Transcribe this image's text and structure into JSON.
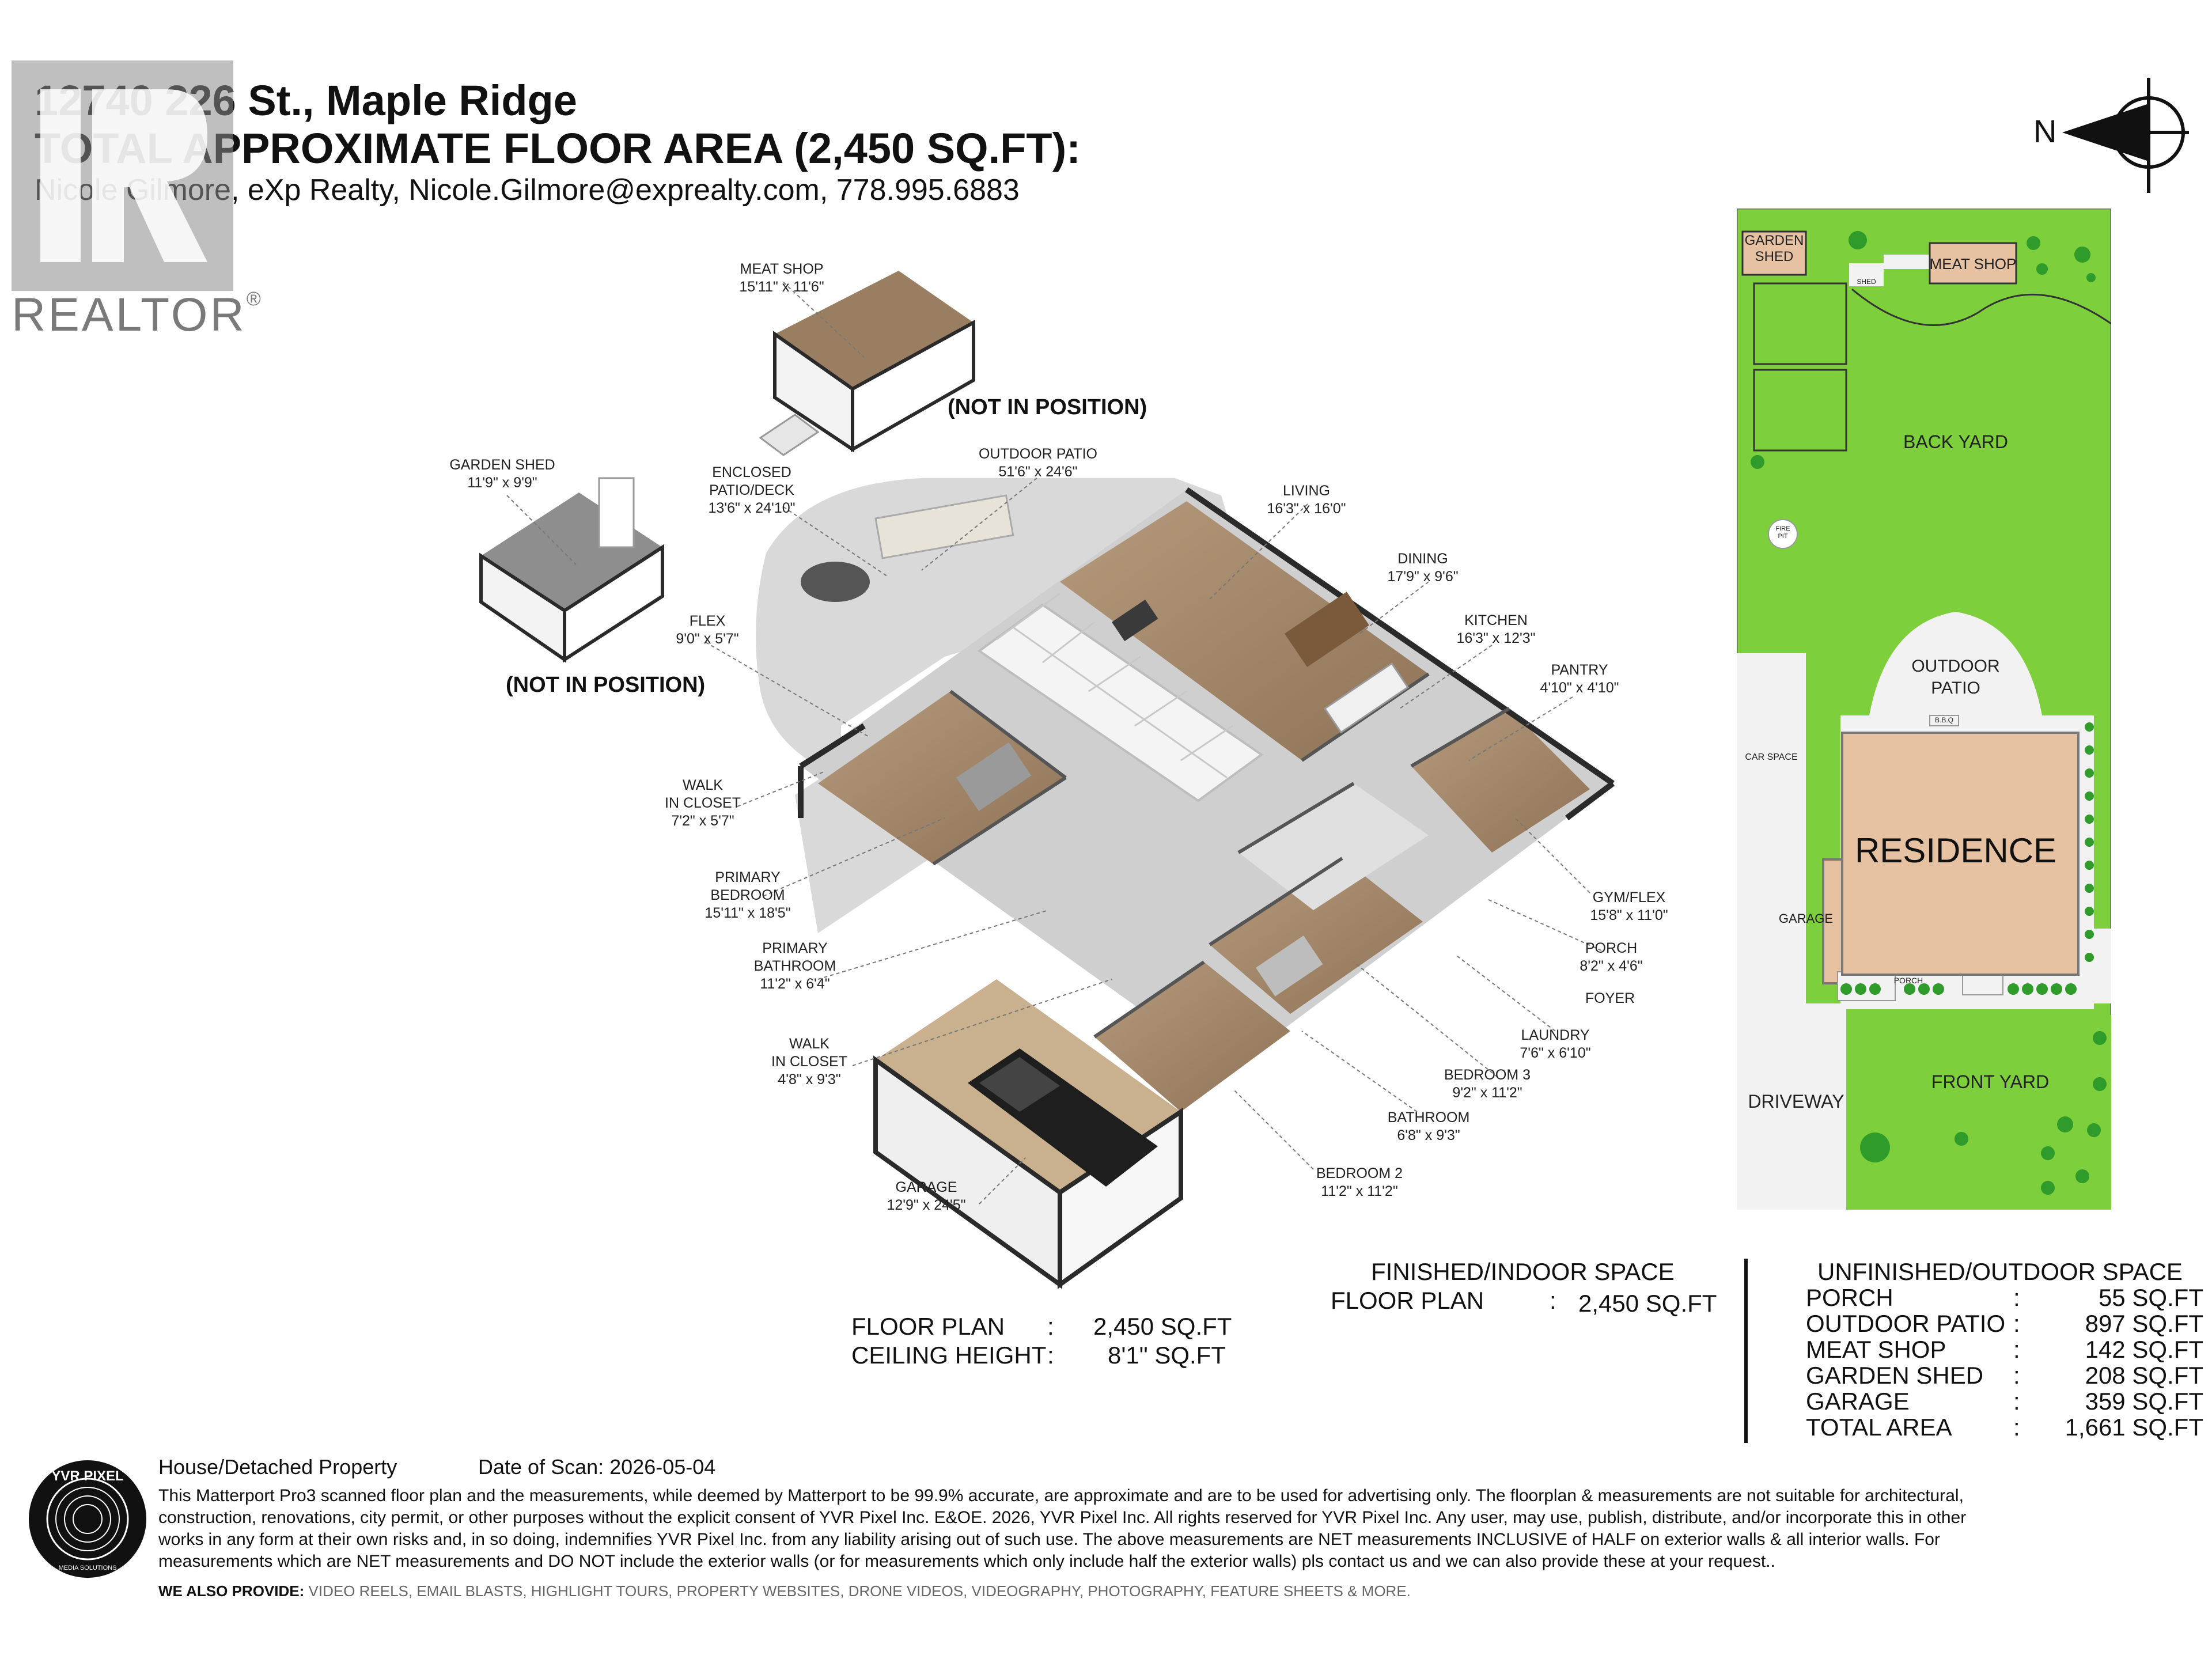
{
  "header": {
    "address": "12740 226 St., Maple Ridge",
    "area_title": "TOTAL APPROXIMATE FLOOR AREA (2,450 SQ.FT):",
    "agent": "Nicole Gilmore, eXp Realty, Nicole.Gilmore@exprealty.com, 778.995.6883"
  },
  "realtor_logo": {
    "text": "REALTOR",
    "mark": "®"
  },
  "compass": {
    "label": "N"
  },
  "rooms": [
    {
      "id": "meat-shop",
      "name": "MEAT SHOP",
      "dims": "15'11\" x 11'6\""
    },
    {
      "id": "garden-shed",
      "name": "GARDEN SHED",
      "dims": "11'9\" x 9'9\""
    },
    {
      "id": "enclosed-patio",
      "name": "ENCLOSED\nPATIO/DECK",
      "dims": "13'6\" x 24'10\""
    },
    {
      "id": "outdoor-patio",
      "name": "OUTDOOR PATIO",
      "dims": "51'6\" x 24'6\""
    },
    {
      "id": "living",
      "name": "LIVING",
      "dims": "16'3\" x 16'0\""
    },
    {
      "id": "dining",
      "name": "DINING",
      "dims": "17'9\" x 9'6\""
    },
    {
      "id": "kitchen",
      "name": "KITCHEN",
      "dims": "16'3\" x 12'3\""
    },
    {
      "id": "pantry",
      "name": "PANTRY",
      "dims": "4'10\" x 4'10\""
    },
    {
      "id": "flex",
      "name": "FLEX",
      "dims": "9'0\" x 5'7\""
    },
    {
      "id": "walk-in-closet-1",
      "name": "WALK\nIN CLOSET",
      "dims": "7'2\" x 5'7\""
    },
    {
      "id": "primary-bedroom",
      "name": "PRIMARY\nBEDROOM",
      "dims": "15'11\" x 18'5\""
    },
    {
      "id": "primary-bathroom",
      "name": "PRIMARY\nBATHROOM",
      "dims": "11'2\" x 6'4\""
    },
    {
      "id": "walk-in-closet-2",
      "name": "WALK\nIN CLOSET",
      "dims": "4'8\" x 9'3\""
    },
    {
      "id": "garage",
      "name": "GARAGE",
      "dims": "12'9\" x 24'5\""
    },
    {
      "id": "gym-flex",
      "name": "GYM/FLEX",
      "dims": "15'8\" x 11'0\""
    },
    {
      "id": "porch",
      "name": "PORCH",
      "dims": "8'2\" x 4'6\""
    },
    {
      "id": "foyer",
      "name": "FOYER",
      "dims": ""
    },
    {
      "id": "laundry",
      "name": "LAUNDRY",
      "dims": "7'6\" x 6'10\""
    },
    {
      "id": "bedroom-3",
      "name": "BEDROOM 3",
      "dims": "9'2\" x 11'2\""
    },
    {
      "id": "bathroom",
      "name": "BATHROOM",
      "dims": "6'8\" x 9'3\""
    },
    {
      "id": "bedroom-2",
      "name": "BEDROOM 2",
      "dims": "11'2\" x 11'2\""
    }
  ],
  "not_in_position": "(NOT IN POSITION)",
  "site_plan": {
    "garden_shed": "GARDEN\nSHED",
    "meat_shop": "MEAT SHOP",
    "shed_small": "SHED",
    "back_yard": "BACK YARD",
    "fire_pit": "FIRE\nPIT",
    "outdoor_patio": "OUTDOOR\nPATIO",
    "bbq": "B.B.Q",
    "car_space": "CAR SPACE",
    "residence": "RESIDENCE",
    "garage": "GARAGE",
    "porch": "PORCH",
    "driveway": "DRIVEWAY",
    "front_yard": "FRONT YARD",
    "colors": {
      "grass": "#7dcf3c",
      "building": "#e6c2a2",
      "paving": "#f2f2f2",
      "tree": "#2e9b2a"
    }
  },
  "summary_left": [
    {
      "label": "FLOOR PLAN",
      "sep": ":",
      "value": "2,450 SQ.FT"
    },
    {
      "label": "CEILING HEIGHT",
      "sep": ":",
      "value": "8'1\" SQ.FT"
    }
  ],
  "finished": {
    "title": "FINISHED/INDOOR SPACE",
    "rows": [
      {
        "label": "FLOOR PLAN",
        "sep": ":",
        "value": "2,450 SQ.FT"
      }
    ]
  },
  "unfinished": {
    "title": "UNFINISHED/OUTDOOR SPACE",
    "rows": [
      {
        "label": "PORCH",
        "sep": ":",
        "value": "55 SQ.FT"
      },
      {
        "label": "OUTDOOR PATIO",
        "sep": ":",
        "value": "897 SQ.FT"
      },
      {
        "label": "MEAT SHOP",
        "sep": ":",
        "value": "142 SQ.FT"
      },
      {
        "label": "GARDEN SHED",
        "sep": ":",
        "value": "208 SQ.FT"
      },
      {
        "label": "GARAGE",
        "sep": ":",
        "value": "359 SQ.FT"
      },
      {
        "label": "TOTAL AREA",
        "sep": ":",
        "value": "1,661 SQ.FT"
      }
    ]
  },
  "footer": {
    "property_type": "House/Detached Property",
    "scan_date": "Date of Scan: 2026-05-04",
    "logo_text": "YVR PIXEL",
    "logo_sub": "MEDIA SOLUTIONS",
    "disclaimer_line1": "This Matterport Pro3 scanned floor plan and the measurements, while deemed by Matterport to be 99.9% accurate, are approximate and are to be used for advertising only. The floorplan & measurements are not suitable for architectural,",
    "disclaimer_line2": "construction, renovations, city permit, or other purposes without the explicit consent of YVR Pixel Inc. E&OE. 2026, YVR Pixel Inc. All rights reserved for YVR Pixel Inc. Any user, may use, publish, distribute, and/or incorporate this in other",
    "disclaimer_line3": "works in any form at their own risks and, in so doing, indemnifies YVR Pixel Inc. from any liability arising out of such use. The above measurements are NET measurements INCLUSIVE of HALF on exterior walls & all interior walls. For",
    "disclaimer_line4": "measurements which are NET measurements and DO NOT include the exterior walls (or for measurements which only include half the exterior walls) pls contact us and we can also provide these at your request..",
    "also_label": "WE ALSO PROVIDE:",
    "also_list": " VIDEO REELS, EMAIL BLASTS, HIGHLIGHT TOURS, PROPERTY WEBSITES, DRONE VIDEOS, VIDEOGRAPHY, PHOTOGRAPHY, FEATURE SHEETS & MORE."
  }
}
